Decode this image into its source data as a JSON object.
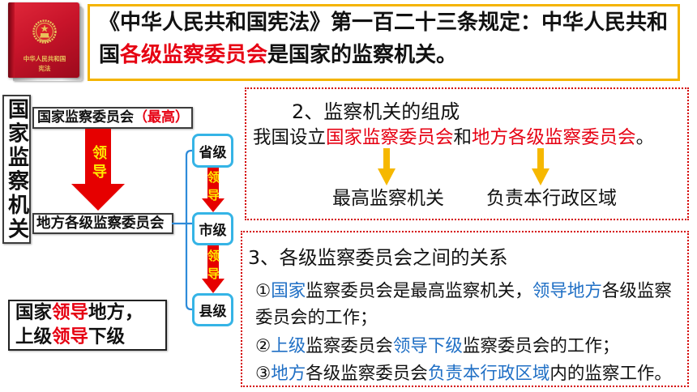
{
  "colors": {
    "highlight_red": "#e60012",
    "highlight_blue": "#1f6fc5",
    "title_border": "#f4b400",
    "dotted_border": "#d40000",
    "node_border": "#35b4e6",
    "connector": "#2e8bd9",
    "arrow_red": "#e60000",
    "arrow_text": "#ffe800",
    "small_arrow": "#f6b800",
    "book_red": "#c8142a",
    "emblem_gold": "#e8c15a"
  },
  "icons": {
    "book": "constitution-book-icon",
    "emblem": "national-emblem-icon",
    "arrow": "down-arrow-icon"
  },
  "book": {
    "cover_line1": "中华人民共和国",
    "cover_line2": "宪法"
  },
  "title": {
    "line1": "《中华人民共和国宪法》第一百二十三条规定：中华人民共和",
    "line2_pre": "国",
    "line2_highlight": "各级监察委员会",
    "line2_post": "是国家的监察机关。"
  },
  "diagram": {
    "root_label": "国家监察机关",
    "national_commission": {
      "name": "国家监察委员会",
      "note": "（最高）"
    },
    "main_arrow_label": "领导",
    "local_commission": "地方各级监察委员会",
    "levels": [
      "省级",
      "市级",
      "县级"
    ],
    "level_arrow_labels": [
      "领导",
      "领导"
    ],
    "summary": {
      "line1": {
        "pre": "国家",
        "key": "领导",
        "post": "地方，"
      },
      "line2": {
        "pre": "上级",
        "key": "领导",
        "post": "下级"
      }
    }
  },
  "composition": {
    "heading": "2、监察机关的组成",
    "sentence": {
      "s1": "我国设立",
      "s2": "国家监察委员会",
      "s3": "和",
      "s4": "地方各级监察委员会",
      "s5": "。"
    },
    "labels": [
      "最高监察机关",
      "负责本行政区域"
    ]
  },
  "relations": {
    "heading": "3、各级监察委员会之间的关系",
    "items": [
      {
        "marker": "①",
        "s1": "国家",
        "s2": "监察委员会是最高监察机关，",
        "s3": "领导地方",
        "s4": "各级监察",
        "s5": "委员会的工作；"
      },
      {
        "marker": "②",
        "s1": "上级",
        "s2": "监察委员会",
        "s3": "领导下级",
        "s4": "监察委员会的工作；"
      },
      {
        "marker": "③",
        "s1": "地方",
        "s2": "各级监察委员会",
        "s3": "负责本行政区域",
        "s4": "内的监察工作。"
      }
    ]
  }
}
